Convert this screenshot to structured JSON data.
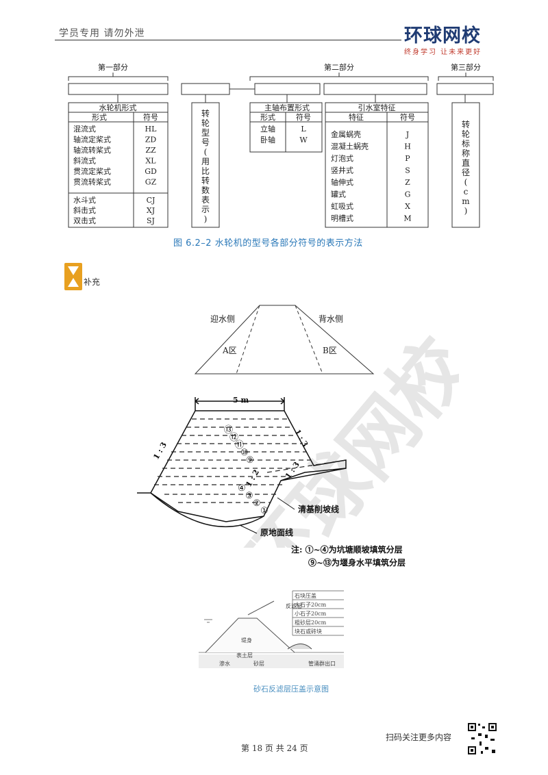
{
  "header": {
    "left_text": "学员专用  请勿外泄",
    "logo_main": "环球网校",
    "logo_sub": "终身学习  让未来更好"
  },
  "fig1": {
    "part1": "第一部分",
    "part2": "第二部分",
    "part3": "第三部分",
    "box1_title": "水轮机形式",
    "col_form": "形式",
    "col_symbol": "符号",
    "types": [
      {
        "name": "混流式",
        "code": "HL"
      },
      {
        "name": "轴流定桨式",
        "code": "ZD"
      },
      {
        "name": "轴流转桨式",
        "code": "ZZ"
      },
      {
        "name": "斜流式",
        "code": "XL"
      },
      {
        "name": "贯流定桨式",
        "code": "GD"
      },
      {
        "name": "贯流转桨式",
        "code": "GZ"
      },
      {
        "name": "水斗式",
        "code": "CJ"
      },
      {
        "name": "斜击式",
        "code": "XJ"
      },
      {
        "name": "双击式",
        "code": "SJ"
      }
    ],
    "box2_text": "转轮型号(用比转数表示)",
    "box3_title": "主轴布置形式",
    "axis": [
      {
        "name": "立轴",
        "code": "L"
      },
      {
        "name": "卧轴",
        "code": "W"
      }
    ],
    "box4_title": "引水室特征",
    "col_feature": "特征",
    "features": [
      {
        "name": "金属蜗壳",
        "code": "J"
      },
      {
        "name": "混凝土蜗壳",
        "code": "H"
      },
      {
        "name": "灯泡式",
        "code": "P"
      },
      {
        "name": "竖井式",
        "code": "S"
      },
      {
        "name": "轴伸式",
        "code": "Z"
      },
      {
        "name": "罐式",
        "code": "G"
      },
      {
        "name": "虹吸式",
        "code": "X"
      },
      {
        "name": "明槽式",
        "code": "M"
      }
    ],
    "box5_text": "转轮标称直径(cm)",
    "caption": "图 6.2–2    水轮机的型号各部分符号的表示方法"
  },
  "supplement_label": "补充",
  "dam1": {
    "upstream": "迎水侧",
    "downstream": "背水侧",
    "zone_a": "A区",
    "zone_b": "B区"
  },
  "dam2": {
    "width": "5 m",
    "slope_left": "1 : 3",
    "slope_right": "1 : 3",
    "slope_mid": "1 : 2",
    "slope_small": "1 : 3",
    "layers_upper": [
      "⑬",
      "⑫",
      "⑪",
      "⑩",
      "⑨"
    ],
    "layers_lower": [
      "④",
      "③",
      "②",
      "①"
    ],
    "label_cut": "清基削坡线",
    "label_ground": "原地面线",
    "note1": "注: ①~④为坑塘顺坡填筑分层",
    "note2": "⑨~⑬为堰身水平填筑分层"
  },
  "dam3": {
    "filter_layers": [
      "石块压盖",
      "大石子20cm",
      "小石子20cm",
      "粗砂层20cm",
      "块石或砖块"
    ],
    "filter_side": "反滤层",
    "body": "堤身",
    "topsoil": "表土层",
    "seepage": "渗水",
    "sand": "砂层",
    "outlet": "管涌群出口",
    "caption": "砂石反滤层压盖示意图"
  },
  "footer": {
    "page": "第 18 页 共 24 页",
    "scan": "扫码关注更多内容"
  },
  "watermark": "环球网校"
}
